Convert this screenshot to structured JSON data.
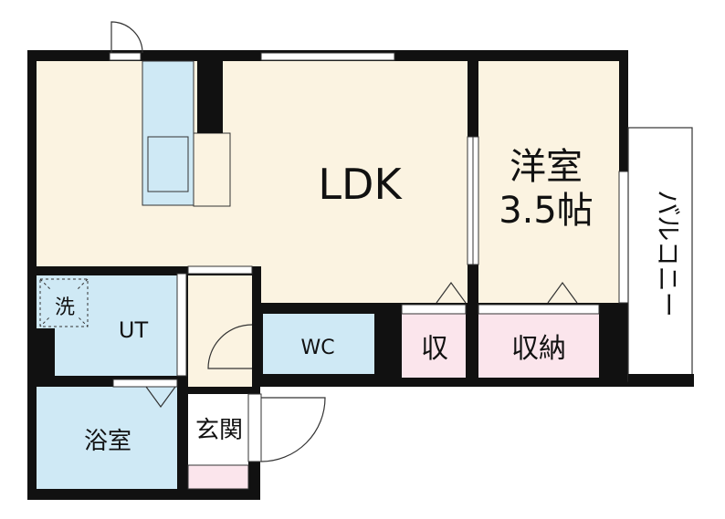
{
  "rooms": {
    "ldk": "LDK",
    "western_room_name": "洋室",
    "western_room_size": "3.5帖",
    "unit": "UT",
    "washer": "洗",
    "bathroom": "浴室",
    "toilet": "WC",
    "entrance": "玄関",
    "storage": "収",
    "closet": "収納",
    "balcony": "バルコニー"
  },
  "colors": {
    "wall": "#111111",
    "living_floor": "#fbf3e1",
    "wet_area": "#cfe9f5",
    "storage": "#fbe5ec",
    "balcony": "#ffffff"
  }
}
